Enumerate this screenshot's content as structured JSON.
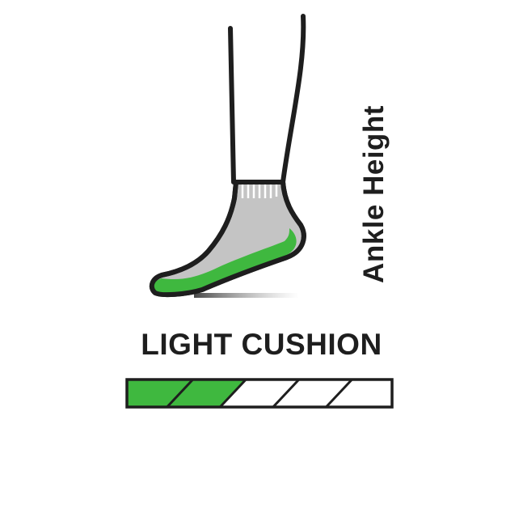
{
  "height_label": "Ankle Height",
  "cushion_label": "LIGHT CUSHION",
  "cushion_meter": {
    "level": 2,
    "max": 5
  },
  "colors": {
    "accent": "#3fb83f",
    "sock": "#c4c4c4",
    "outline": "#1e1e1e"
  }
}
